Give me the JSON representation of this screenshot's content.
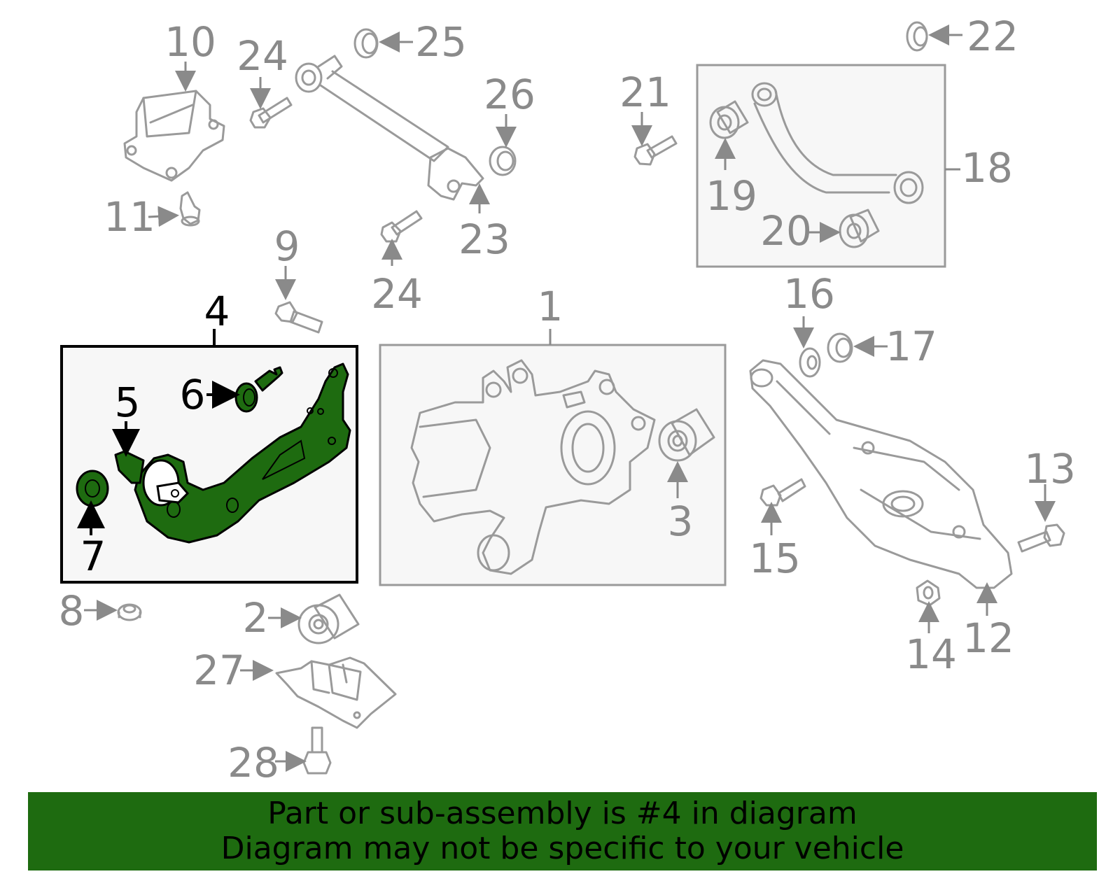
{
  "callouts": {
    "c1": "1",
    "c2": "2",
    "c3": "3",
    "c4": "4",
    "c5": "5",
    "c6": "6",
    "c7": "7",
    "c8": "8",
    "c9": "9",
    "c10": "10",
    "c11": "11",
    "c12": "12",
    "c13": "13",
    "c14": "14",
    "c15": "15",
    "c16": "16",
    "c17": "17",
    "c18": "18",
    "c19": "19",
    "c20": "20",
    "c21": "21",
    "c22": "22",
    "c23": "23",
    "c24a": "24",
    "c24b": "24",
    "c25": "25",
    "c26": "26",
    "c27": "27",
    "c28": "28"
  },
  "highlighted_part": "4",
  "colors": {
    "highlight": "#1e6b10",
    "line": "#9a9a9a",
    "label": "#8a8a8a"
  },
  "banner": {
    "line1": "Part or sub-assembly is #4 in diagram",
    "line2": "Diagram may not be specific to your vehicle"
  }
}
